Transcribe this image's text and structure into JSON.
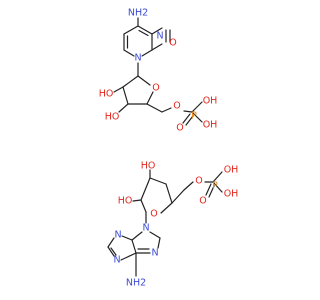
{
  "colors": {
    "bond": "#222222",
    "nitrogen": "#3b4bd6",
    "oxygen": "#e3261c",
    "phosphorus": "#e88a12",
    "background": "#ffffff"
  },
  "molecule_top": {
    "amine": "NH2",
    "ring_n": "N",
    "carbonyl_o": "O",
    "ring_o": "O",
    "ho_2prime": "HO",
    "ho_3prime": "HO",
    "ester_o": "O",
    "phosphorus": "P",
    "p_double_o": "O",
    "p_oh_1": "OH",
    "p_oh_2": "OH"
  },
  "molecule_bottom": {
    "oh_3prime": "HO",
    "oh_2prime": "HO",
    "ring_o": "O",
    "ester_o": "O",
    "phosphorus": "P",
    "p_double_o": "O",
    "p_oh_1": "OH",
    "p_oh_2": "OH",
    "n_glycosidic": "N",
    "n_imidazole": "N",
    "n_pyr_1": "N",
    "n_pyr_2": "N",
    "amine": "NH2"
  }
}
